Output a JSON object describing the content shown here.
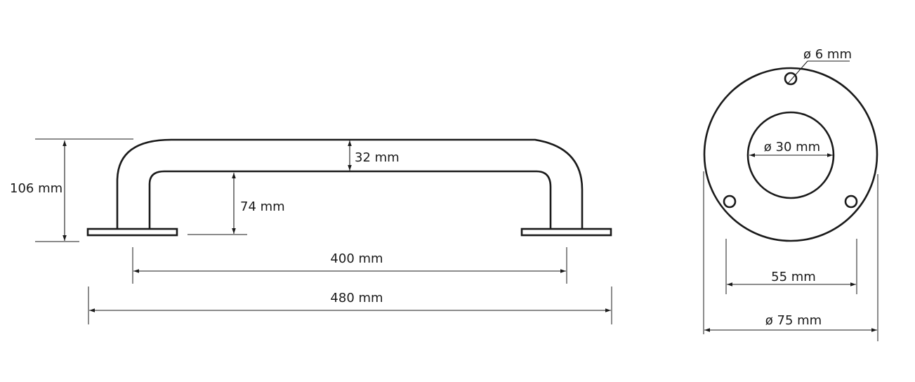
{
  "colors": {
    "ink": "#1a1a1a",
    "background": "#ffffff"
  },
  "side_view": {
    "total_height_label": "106 mm",
    "tube_diameter_label": "32 mm",
    "inner_height_label": "74 mm",
    "center_distance_label": "400 mm",
    "total_length_label": "480 mm"
  },
  "flange_view": {
    "hole_diameter_label": "ø 6 mm",
    "center_opening_label": "ø 30 mm",
    "hole_spacing_label": "55 mm",
    "flange_diameter_label": "ø 75 mm"
  }
}
